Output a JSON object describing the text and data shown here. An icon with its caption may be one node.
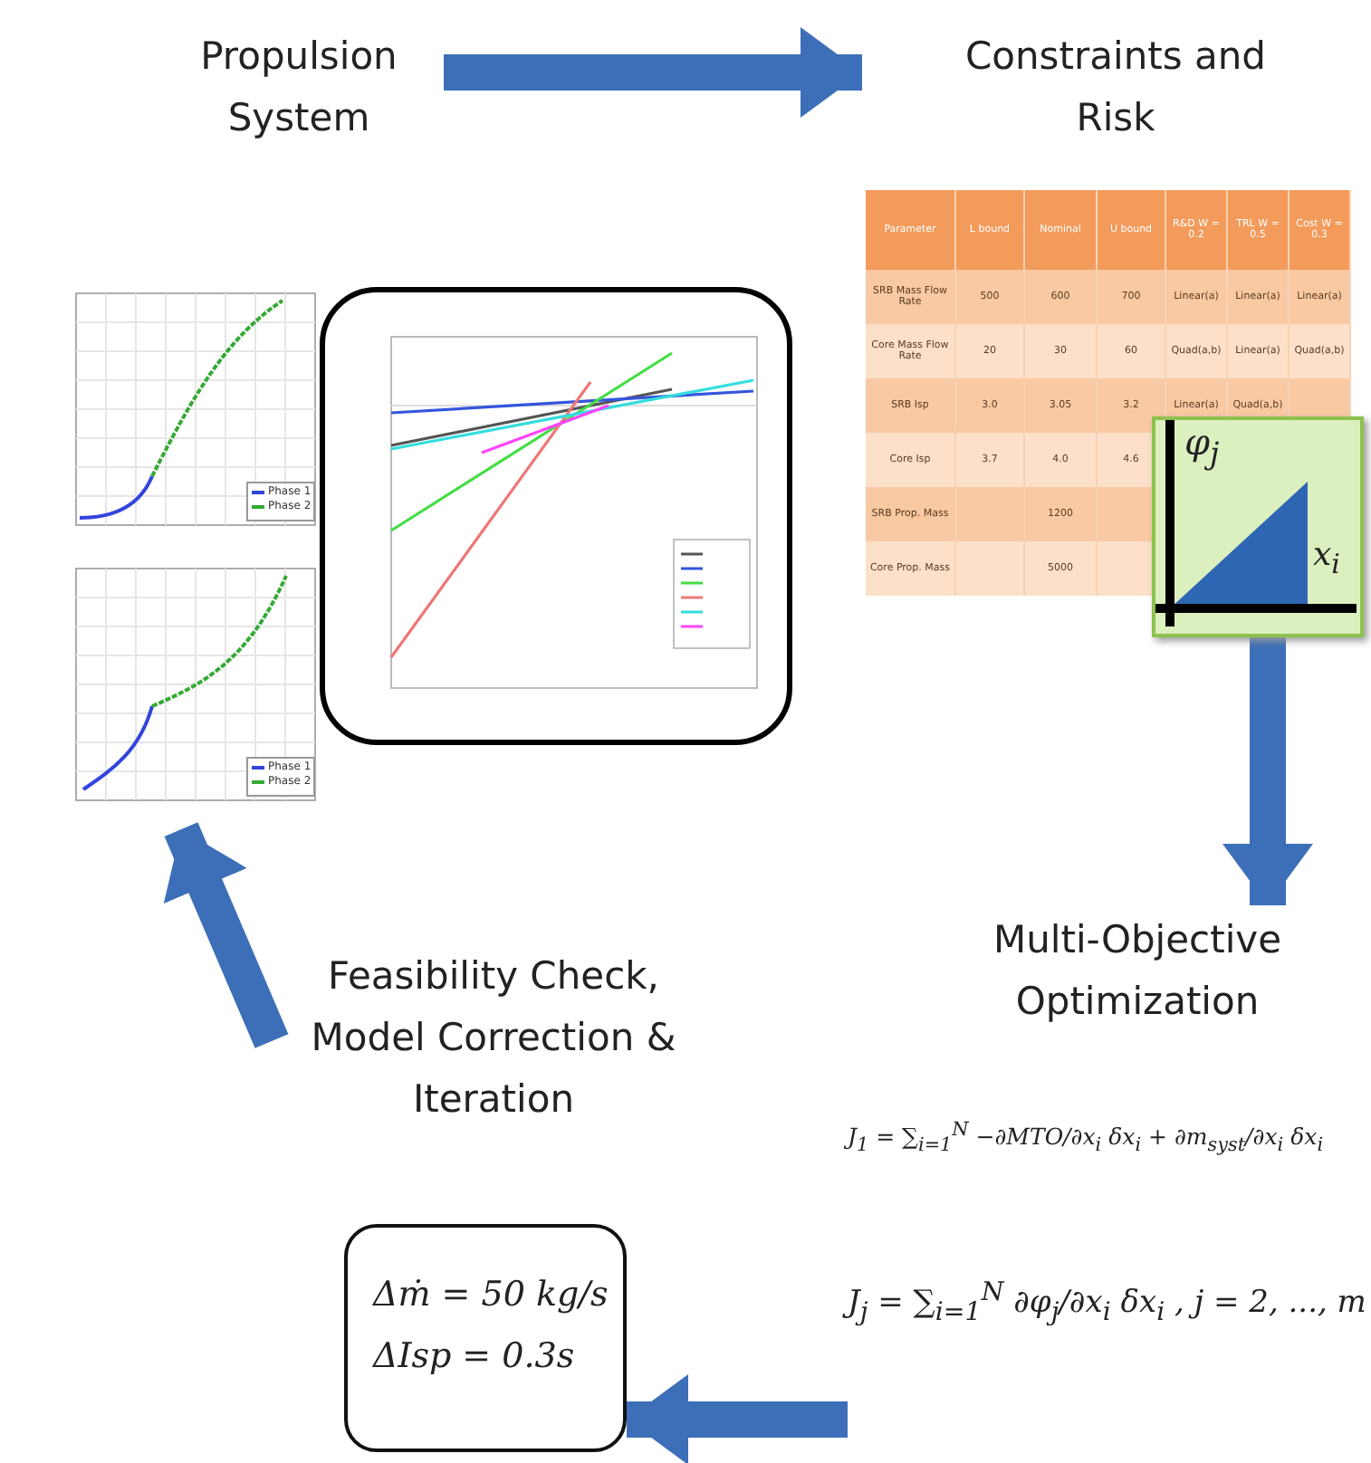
{
  "diagram": {
    "nodes": [
      {
        "text": [
          "Propulsion System"
        ]
      },
      {
        "text": [
          "Constraints and Risk"
        ]
      },
      {
        "text": [],
        "shape": "picture"
      },
      {
        "text": [
          "Multi-Objective Optimization",
          "J$_{1}$ = ∑$_{i=1}$$^{N}$ −∂MTO/∂x$_{i}$ δx$_{i}$ + ∂m$_{syst}$/∂x$_{i}$ δx$_{i}$",
          "J$_{j}$ = ∑$_{i=1}$$^{N}$ ∂φ$_{j}$/∂x$_{i}$ δx$_{i}$ , j = 2, ..., m"
        ]
      },
      {
        "text": [
          "Feasibility Check, Model Correction & Iteration"
        ]
      },
      {
        "text": [
          "Δṁ = 50 kg/s",
          "ΔIsp = 0.3s"
        ]
      }
    ],
    "edges": [
      {
        "from": 0,
        "to": 1,
        "arrow": "to"
      },
      {
        "from": 1,
        "to": 3,
        "arrow": "to"
      },
      {
        "from": 3,
        "to": 5,
        "arrow": "to"
      },
      {
        "from": 4,
        "to": 2,
        "arrow": "to"
      }
    ],
    "labels": [
      "Parameter",
      "L bound",
      "Nominal",
      "U bound",
      "R&D W = 0.2",
      "TRL W = 0.5",
      "Cost W = 0.3",
      "SRB Mass Flow Rate",
      "500",
      "600",
      "700",
      "Linear(a)",
      "Linear(a)",
      "Linear(a)",
      "Core Mass Flow Rate",
      "20",
      "30",
      "60",
      "Quad(a,b)",
      "Linear(a)",
      "Quad(a,b)",
      "SRB Isp",
      "3.0",
      "3.05",
      "3.2",
      "Linear(a)",
      "Quad(a,b)",
      "Core Isp",
      "3.7",
      "4.0",
      "4.6",
      "SRB Prop. Mass",
      "1200",
      "Core Prop. Mass",
      "5000",
      "φ$_{j}$",
      "x$_{i}$",
      "Phase 1",
      "Phase 2",
      "Phase 1",
      "Phase 2"
    ]
  }
}
